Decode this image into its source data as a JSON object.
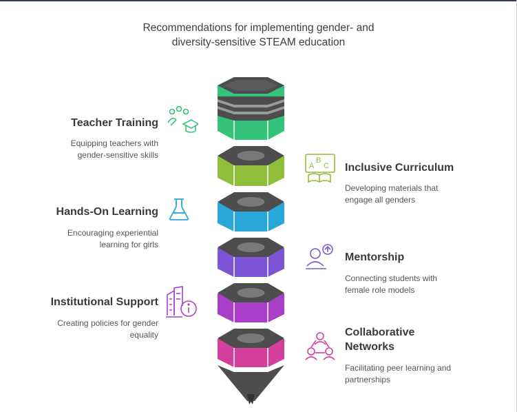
{
  "title": {
    "line1": "Recommendations for implementing gender- and",
    "line2": "diversity-sensitive STEAM education"
  },
  "items": [
    {
      "heading": "Teacher Training",
      "desc1": "Equipping teachers with",
      "desc2": "gender-sensitive skills",
      "color": "#35c37a",
      "icon": "teacher-training-icon"
    },
    {
      "heading": "Inclusive Curriculum",
      "desc1": "Developing materials that",
      "desc2": "engage all genders",
      "color": "#8fbe3a",
      "icon": "abc-book-icon"
    },
    {
      "heading": "Hands-On Learning",
      "desc1": "Encouraging experiential",
      "desc2": "learning for girls",
      "color": "#2aa6d8",
      "icon": "flask-icon"
    },
    {
      "heading": "Mentorship",
      "desc1": "Connecting students with",
      "desc2": "female role models",
      "color": "#7b55d6",
      "icon": "mentorship-icon"
    },
    {
      "heading": "Institutional Support",
      "desc1": "Creating policies for gender",
      "desc2": "equality",
      "color": "#a93fc9",
      "icon": "institution-info-icon"
    },
    {
      "heading": "Collaborative",
      "heading2": "Networks",
      "desc1": "Facilitating peer learning and",
      "desc2": "partnerships",
      "color": "#d33f9c",
      "icon": "network-people-icon"
    }
  ]
}
